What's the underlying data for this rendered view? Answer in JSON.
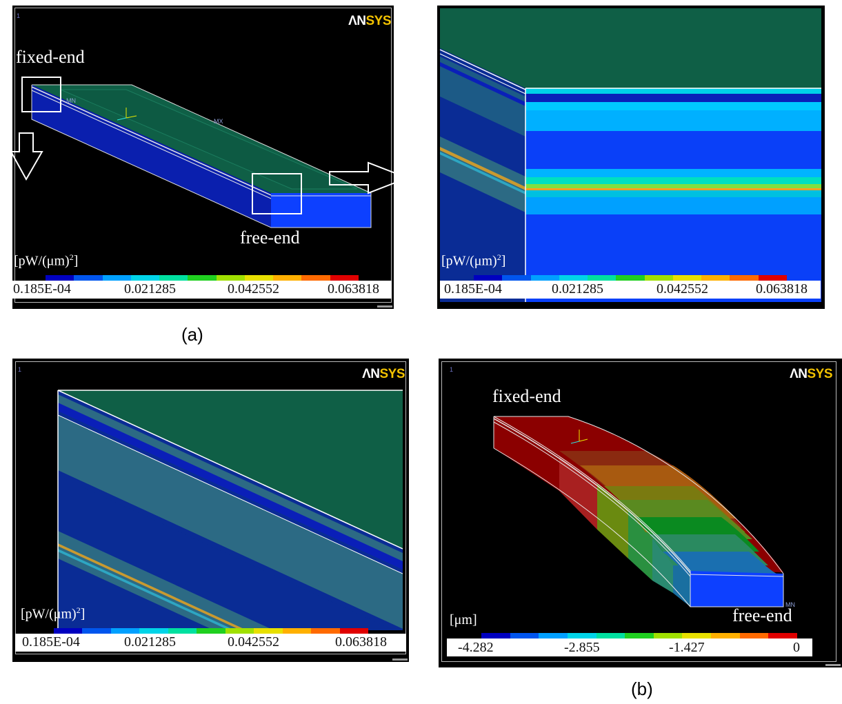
{
  "logo": {
    "an": "ΛN",
    "sys": "SYS"
  },
  "panel_number": "1",
  "labels": {
    "fixed_end": "fixed-end",
    "free_end": "free-end"
  },
  "legend_a": {
    "unit": "[pW/(μm)",
    "unit_sup": "2",
    "unit_close": "]",
    "ticks": [
      "0.185E-04",
      "0.021285",
      "0.042552",
      "0.063818"
    ]
  },
  "legend_b": {
    "unit": "[μm]",
    "ticks": [
      "-4.282",
      "-2.855",
      "-1.427",
      "0"
    ]
  },
  "mesh_labels": {
    "mn": "MN",
    "mx": "MX"
  },
  "colormap": [
    "#0000c0",
    "#0055ee",
    "#00a0ff",
    "#00d4e8",
    "#00e0a0",
    "#20d020",
    "#a0e000",
    "#e8e000",
    "#ffb000",
    "#ff6a00",
    "#e00000"
  ],
  "captions": {
    "a": "(a)",
    "b": "(b)"
  }
}
